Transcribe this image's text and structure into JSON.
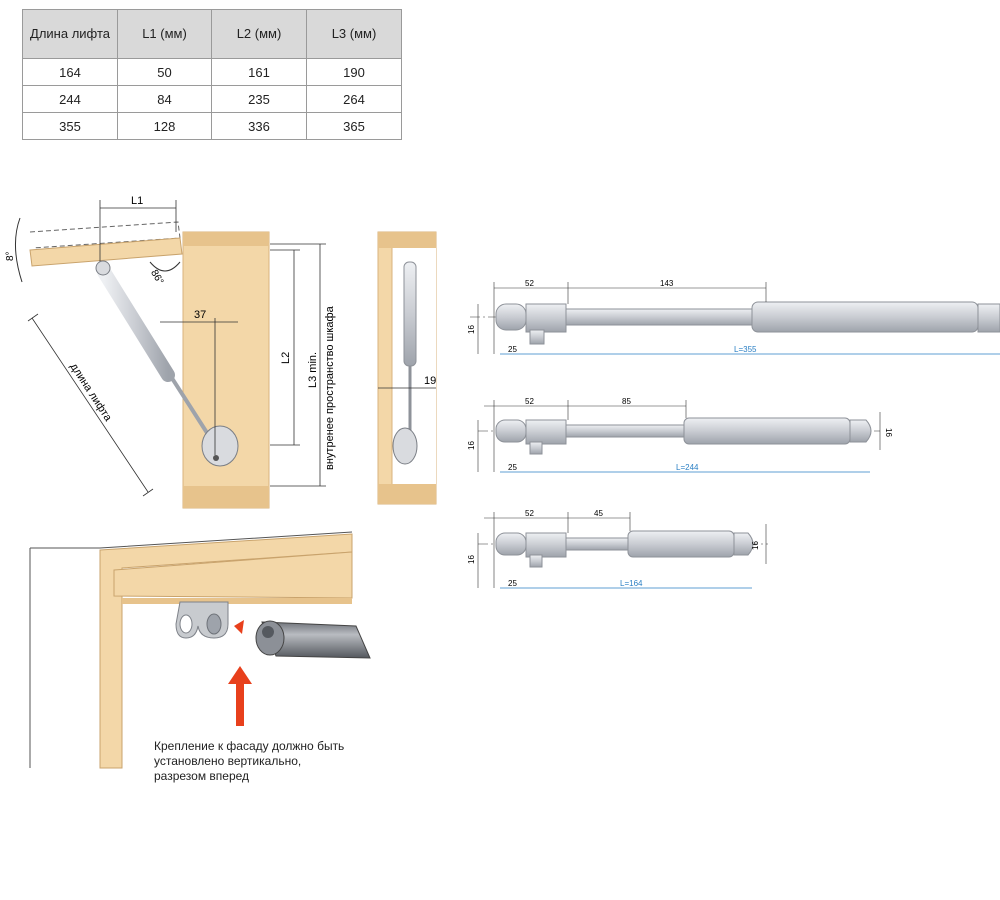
{
  "table": {
    "headers": [
      "Длина лифта",
      "L1 (мм)",
      "L2 (мм)",
      "L3 (мм)"
    ],
    "rows": [
      [
        "164",
        "50",
        "161",
        "190"
      ],
      [
        "244",
        "84",
        "235",
        "264"
      ],
      [
        "355",
        "128",
        "336",
        "365"
      ]
    ]
  },
  "install_diagram": {
    "angle_top": "8°",
    "angle_open": "86°",
    "l1": "L1",
    "dim_37": "37",
    "l2": "L2",
    "l3": "L3 min.",
    "inner_space": "внутренее пространство шкафа",
    "lift_length": "длина лифта",
    "dim_19": "19"
  },
  "lifts": [
    {
      "d52": "52",
      "dmid": "143",
      "d16": "16",
      "d25": "25",
      "length": "L=355"
    },
    {
      "d52": "52",
      "dmid": "85",
      "d16": "16",
      "d16r": "16",
      "d25": "25",
      "length": "L=244"
    },
    {
      "d52": "52",
      "dmid": "45",
      "d16": "16",
      "d16r": "16",
      "d25": "25",
      "length": "L=164"
    }
  ],
  "note": {
    "line1": "Крепление к фасаду должно быть",
    "line2": "установлено вертикально,",
    "line3": "разрезом вперед"
  },
  "colors": {
    "wood": "#f3d7a8",
    "wood_dark": "#e7c38c",
    "metal": "#c9ccd2",
    "arrow": "#e8401c",
    "dim_blue": "#2a7fc4"
  }
}
